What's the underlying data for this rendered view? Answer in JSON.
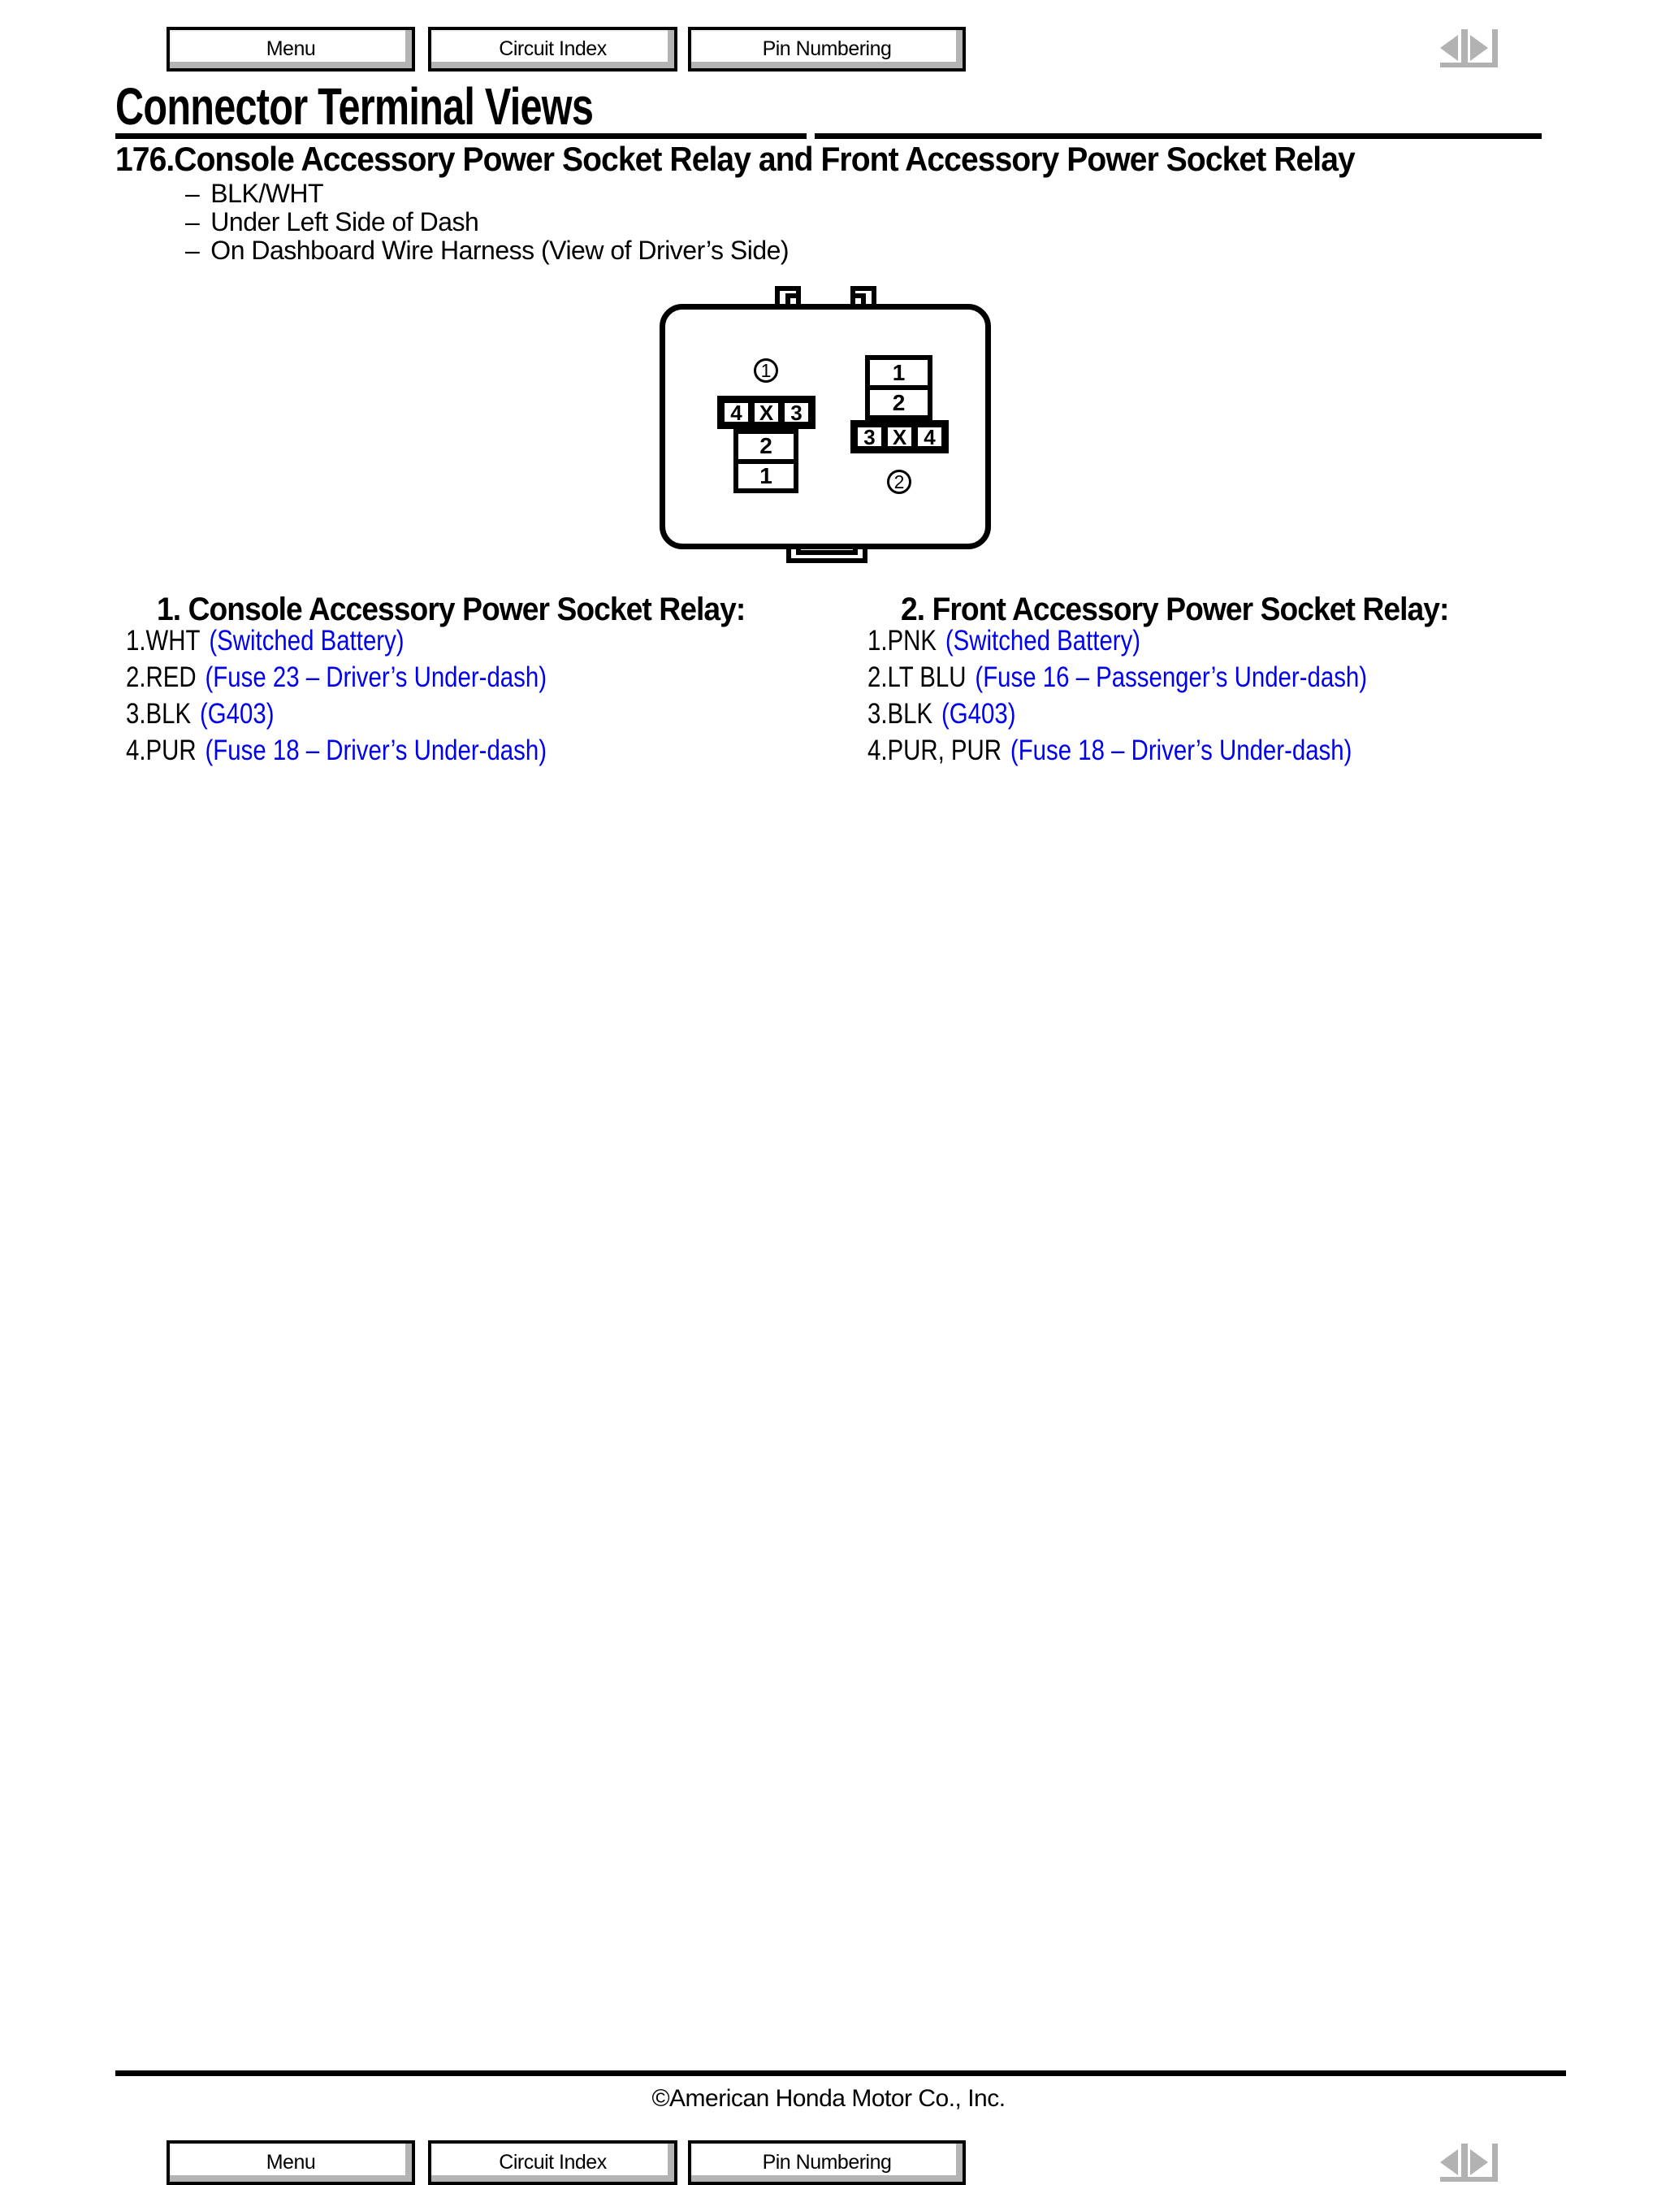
{
  "colors": {
    "link_blue": "#0000EE",
    "nav_gray": "#b2b2b2"
  },
  "toolbar": {
    "menu": "Menu",
    "circuit_index": "Circuit Index",
    "pin_numbering": "Pin Numbering"
  },
  "page": {
    "title": "Connector Terminal Views",
    "section_title": "176.Console Accessory Power Socket Relay and Front Accessory Power Socket Relay",
    "bullet_dash": "–",
    "bullets": [
      "BLK/WHT",
      "Under Left Side of Dash",
      "On Dashboard Wire Harness (View of Driver’s Side)"
    ]
  },
  "diagram": {
    "connector1": {
      "circle_label": "1",
      "row_cells": [
        "4",
        "X",
        "3"
      ],
      "col_cells": [
        "2",
        "1"
      ]
    },
    "connector2": {
      "circle_label": "2",
      "col_cells": [
        "1",
        "2"
      ],
      "row_cells": [
        "3",
        "X",
        "4"
      ]
    }
  },
  "legend": [
    {
      "heading": "1. Console Accessory Power Socket Relay:",
      "pins": [
        {
          "label": "1.WHT",
          "desc": "(Switched Battery)"
        },
        {
          "label": "2.RED",
          "desc": "(Fuse 23 – Driver’s Under-dash)"
        },
        {
          "label": "3.BLK",
          "desc": "(G403)"
        },
        {
          "label": "4.PUR",
          "desc": "(Fuse 18 – Driver’s Under-dash)"
        }
      ]
    },
    {
      "heading": "2. Front Accessory Power Socket Relay:",
      "pins": [
        {
          "label": "1.PNK",
          "desc": "(Switched Battery)"
        },
        {
          "label": "2.LT BLU",
          "desc": "(Fuse 16 – Passenger’s Under-dash)"
        },
        {
          "label": "3.BLK",
          "desc": "(G403)"
        },
        {
          "label": "4.PUR, PUR",
          "desc": "(Fuse 18 – Driver’s Under-dash)"
        }
      ]
    }
  ],
  "footer": {
    "copyright": "©American Honda Motor Co., Inc."
  }
}
